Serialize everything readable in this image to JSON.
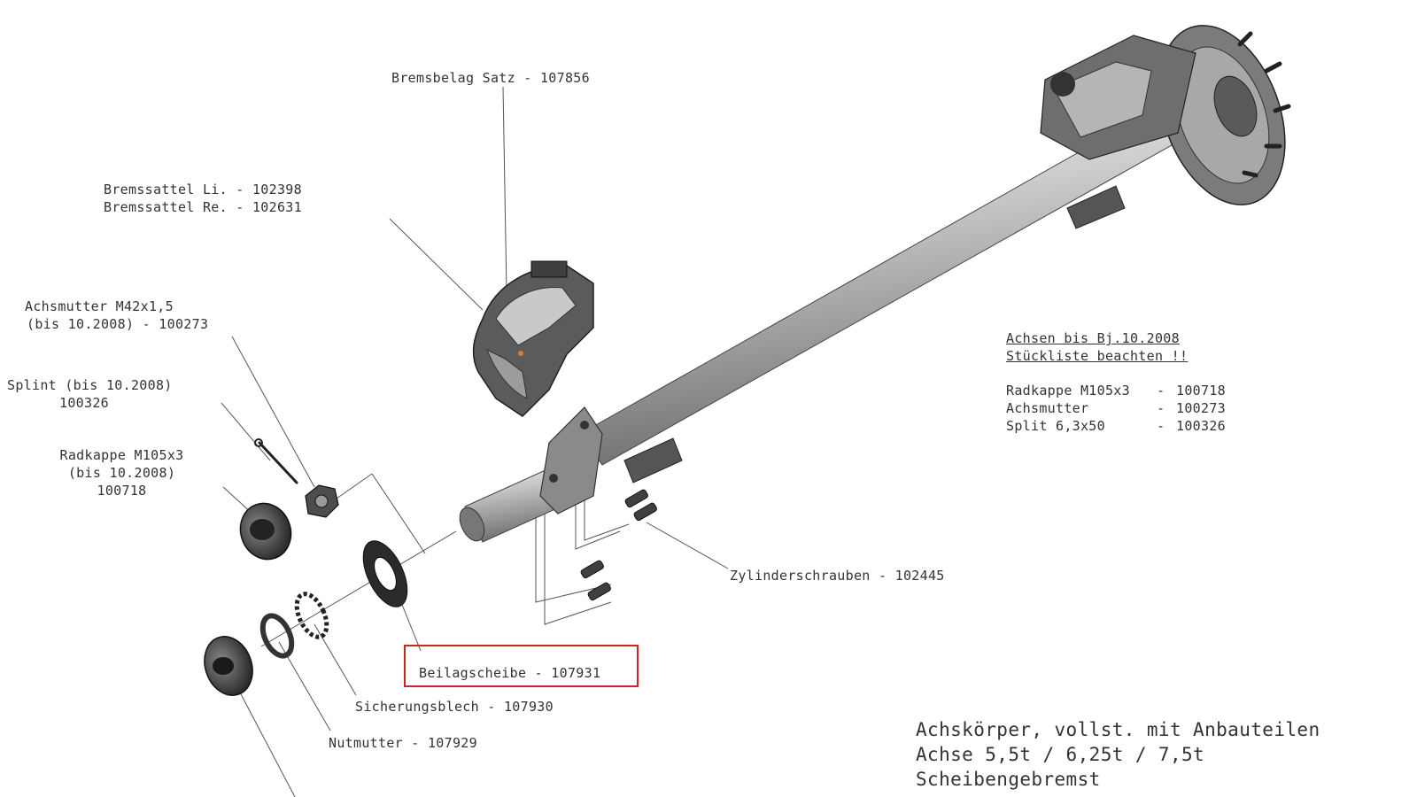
{
  "labels": {
    "bremsbelag": "Bremsbelag Satz - 107856",
    "bremssattel_li": "Bremssattel Li. - 102398",
    "bremssattel_re": "Bremssattel Re. - 102631",
    "achsmutter_1": "Achsmutter M42x1,5",
    "achsmutter_2": "(bis 10.2008) - 100273",
    "splint_1": "Splint (bis 10.2008)",
    "splint_2": "100326",
    "radkappe_1": "Radkappe M105x3",
    "radkappe_2": "(bis 10.2008)",
    "radkappe_3": "100718",
    "zylinderschrauben": "Zylinderschrauben - 102445",
    "beilagscheibe": "Beilagscheibe - 107931",
    "sicherungsblech": "Sicherungsblech - 107930",
    "nutmutter": "Nutmutter - 107929"
  },
  "note": {
    "line1": "Achsen bis Bj.10.2008",
    "line2": "Stückliste beachten !!",
    "items": [
      {
        "name": "Radkappe M105x3",
        "sep": "-",
        "number": "100718"
      },
      {
        "name": "Achsmutter",
        "sep": "-",
        "number": "100273"
      },
      {
        "name": "Split 6,3x50",
        "sep": "-",
        "number": "100326"
      }
    ]
  },
  "title": {
    "line1": "Achskörper, vollst. mit Anbauteilen",
    "line2": "Achse 5,5t / 6,25t / 7,5t",
    "line3": "Scheibengebremst"
  },
  "colors": {
    "highlight": "#d0222a",
    "line": "#444444"
  }
}
